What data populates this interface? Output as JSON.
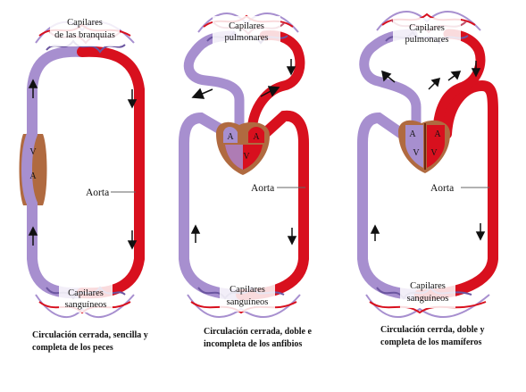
{
  "colors": {
    "venous": "#a78fcf",
    "venous_dark": "#6b56a0",
    "arterial": "#d8101e",
    "arterial_dark": "#8a0a12",
    "heart_tissue": "#b06a40",
    "label_bg": "#ffffff"
  },
  "panels": [
    {
      "id": "fish",
      "top_capillaries": [
        "Capilares",
        "de las branquias"
      ],
      "bottom_capillaries": [
        "Capilares",
        "sanguíneos"
      ],
      "chambers": [
        "V",
        "A"
      ],
      "aorta": "Aorta",
      "caption": [
        "Circulación cerrada, sencilla y",
        "completa de los peces"
      ]
    },
    {
      "id": "amphibian",
      "top_capillaries": [
        "Capilares",
        "pulmonares"
      ],
      "bottom_capillaries": [
        "Capilares",
        "sanguíneos"
      ],
      "chambers": [
        "A",
        "A",
        "V"
      ],
      "aorta": "Aorta",
      "caption": [
        "Circulación cerrada, doble e",
        "incompleta de los anfibios"
      ]
    },
    {
      "id": "mammal",
      "top_capillaries": [
        "Capilares",
        "pulmonares"
      ],
      "bottom_capillaries": [
        "Capilares",
        "sanguíneos"
      ],
      "chambers": [
        "A",
        "A",
        "V",
        "V"
      ],
      "aorta": "Aorta",
      "caption": [
        "Circulación cerrda, doble y",
        "completa de los mamíferos"
      ]
    }
  ]
}
